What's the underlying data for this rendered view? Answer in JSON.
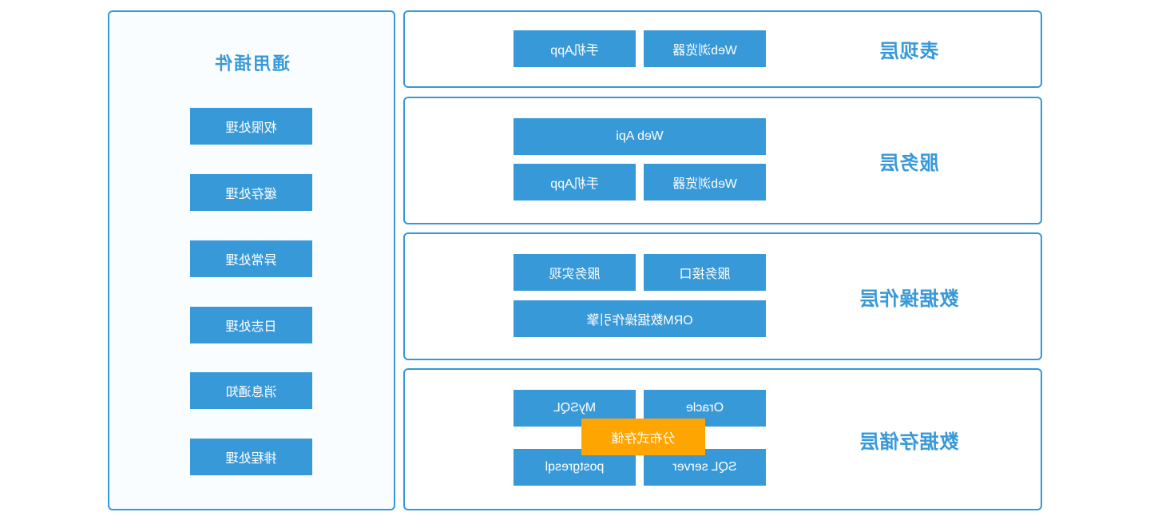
{
  "diagram": {
    "plugins_panel": {
      "title": "通用插件",
      "items": [
        "权限处理",
        "缓存处理",
        "异常处理",
        "日志处理",
        "消息通知",
        "排程处理"
      ]
    },
    "layers": [
      {
        "label": "表现层",
        "row_buttons": [
          "Web浏览器",
          "手机App"
        ]
      },
      {
        "label": "服务层",
        "wide_button": "Web Api",
        "row_buttons": [
          "Web浏览器",
          "手机App"
        ]
      },
      {
        "label": "数据操作层",
        "row_buttons": [
          "服务接口",
          "服务实现"
        ],
        "wide_button": "ORM数据操作引擎"
      },
      {
        "label": "数据存储层",
        "top_buttons": [
          "Oracle",
          "MySQL"
        ],
        "bottom_buttons": [
          "SQL server",
          "postgresql"
        ],
        "overlay_button": "分布式存储"
      }
    ],
    "colors": {
      "node_blue": "#3899d9",
      "border_blue": "#3498db",
      "overlay_orange": "#ffa502",
      "plugins_panel_bg": "#fafdff",
      "node_text": "#ffffff"
    },
    "orientation": "mirrored-horizontally"
  }
}
